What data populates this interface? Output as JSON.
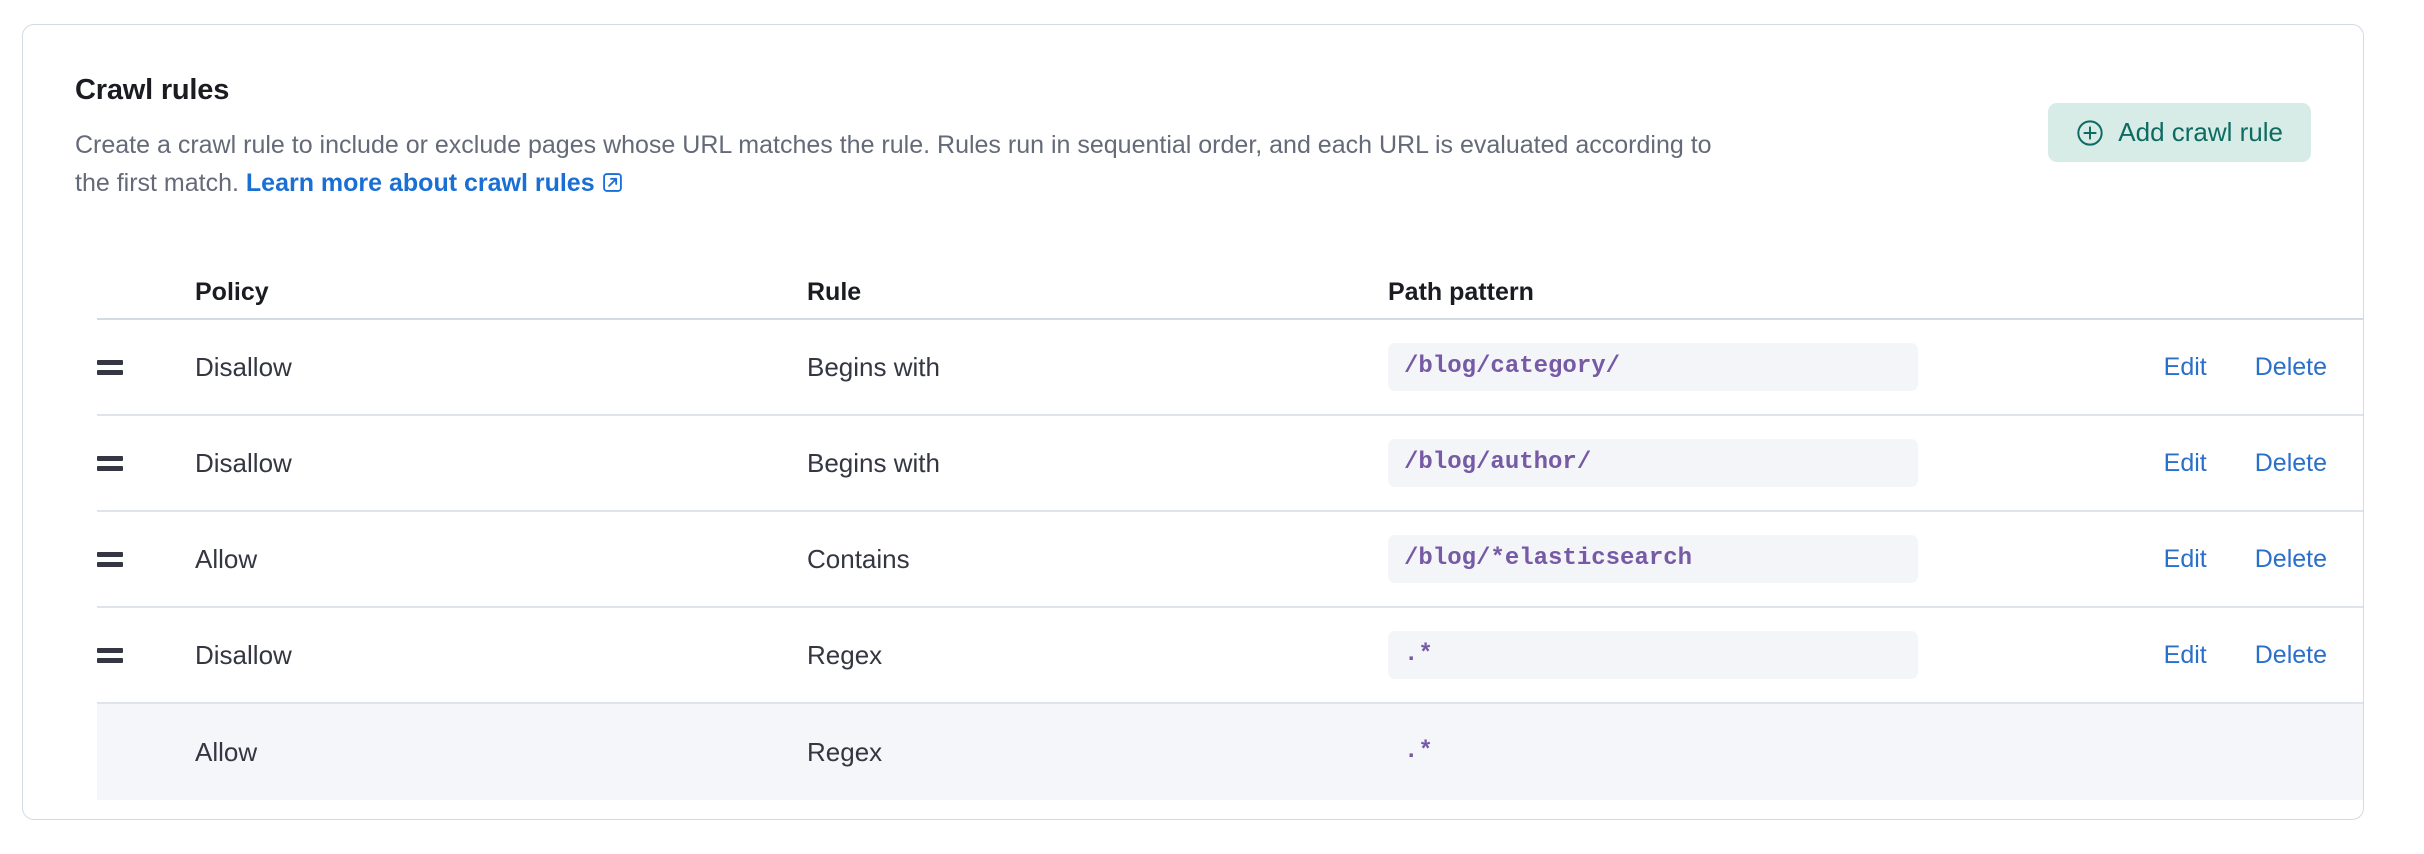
{
  "panel": {
    "title": "Crawl rules",
    "description_part1": "Create a crawl rule to include or exclude pages whose URL matches the rule. Rules run in sequential order, and each URL is evaluated according to the first match. ",
    "link_text": "Learn more about crawl rules",
    "link_icon": "external-link-icon"
  },
  "toolbar": {
    "add_label": "Add crawl rule",
    "add_icon": "plus-in-circle-icon",
    "accent_bg": "#d7ebe7",
    "accent_fg": "#0e6b62"
  },
  "table": {
    "headers": {
      "policy": "Policy",
      "rule": "Rule",
      "path_pattern": "Path pattern",
      "actions": ""
    },
    "rows": [
      {
        "handle": "drag-handle-icon",
        "policy": "Disallow",
        "rule": "Begins with",
        "path": "/blog/category/",
        "edit": "Edit",
        "delete": "Delete"
      },
      {
        "handle": "drag-handle-icon",
        "policy": "Disallow",
        "rule": "Begins with",
        "path": "/blog/author/",
        "edit": "Edit",
        "delete": "Delete"
      },
      {
        "handle": "drag-handle-icon",
        "policy": "Allow",
        "rule": "Contains",
        "path": "/blog/*elasticsearch",
        "edit": "Edit",
        "delete": "Delete"
      },
      {
        "handle": "drag-handle-icon",
        "policy": "Disallow",
        "rule": "Regex",
        "path": ".*",
        "edit": "Edit",
        "delete": "Delete"
      },
      {
        "handle": "",
        "policy": "Allow",
        "rule": "Regex",
        "path": ".*",
        "edit": "",
        "delete": ""
      }
    ]
  },
  "colors": {
    "link": "#2a6fc9",
    "code_text": "#765aa5",
    "pill_bg": "#f4f5f9",
    "row_highlight_bg": "#f5f6fa",
    "card_border": "#d3dae6"
  }
}
